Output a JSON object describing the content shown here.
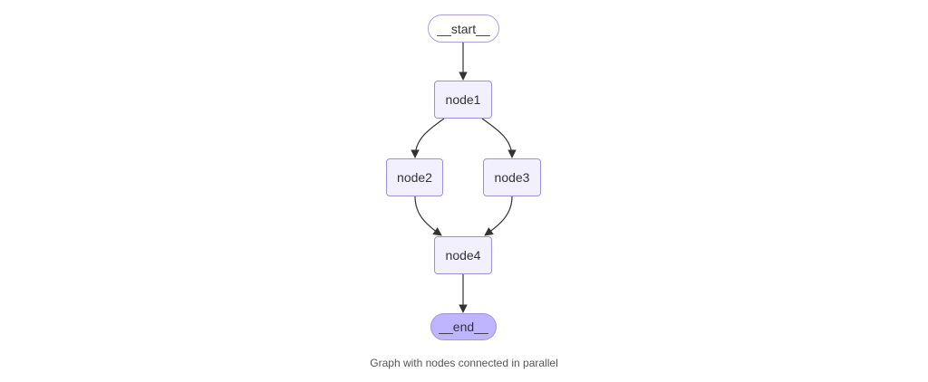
{
  "graph": {
    "nodes": {
      "start": "__start__",
      "node1": "node1",
      "node2": "node2",
      "node3": "node3",
      "node4": "node4",
      "end": "__end__"
    },
    "edges": [
      {
        "from": "__start__",
        "to": "node1"
      },
      {
        "from": "node1",
        "to": "node2"
      },
      {
        "from": "node1",
        "to": "node3"
      },
      {
        "from": "node2",
        "to": "node4"
      },
      {
        "from": "node3",
        "to": "node4"
      },
      {
        "from": "node4",
        "to": "__end__"
      }
    ],
    "colors": {
      "node_fill": "#f2f0ff",
      "node_border": "#9c91d8",
      "end_fill": "#bfb5ff",
      "edge": "#333333"
    }
  },
  "caption": "Graph with nodes connected in parallel"
}
